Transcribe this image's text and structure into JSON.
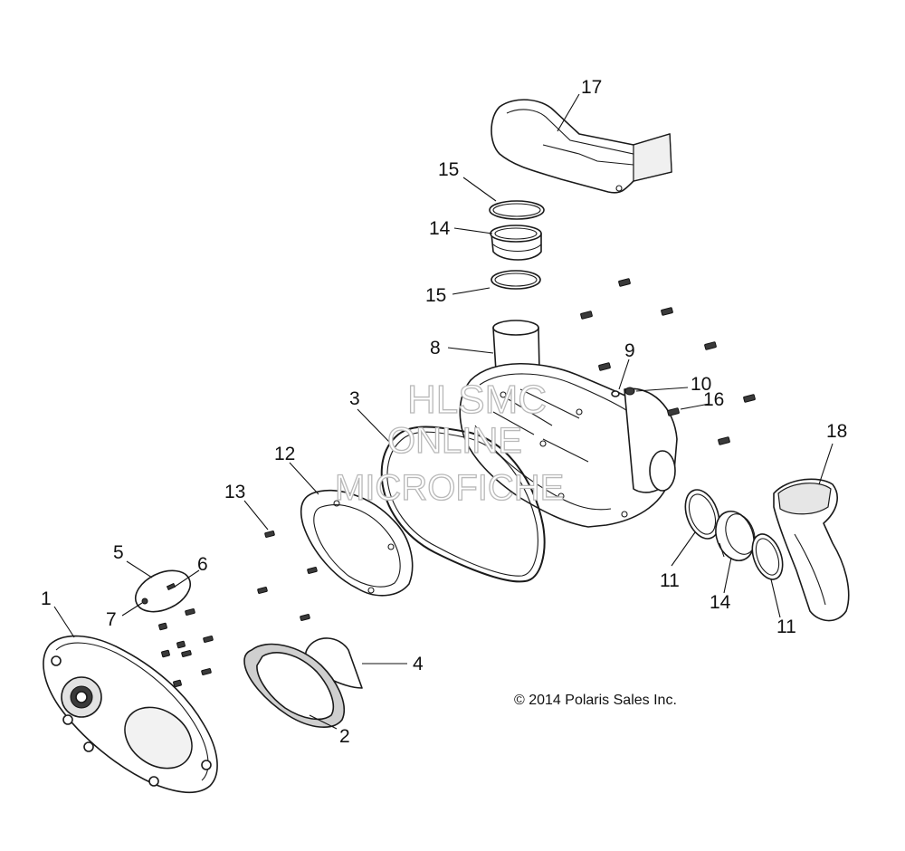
{
  "callouts": {
    "c1": "1",
    "c2": "2",
    "c3": "3",
    "c4": "4",
    "c5": "5",
    "c6": "6",
    "c7": "7",
    "c8": "8",
    "c9": "9",
    "c10": "10",
    "c11a": "11",
    "c11b": "11",
    "c12": "12",
    "c13": "13",
    "c14a": "14",
    "c14b": "14",
    "c15a": "15",
    "c15b": "15",
    "c16": "16",
    "c17": "17",
    "c18": "18"
  },
  "watermark": {
    "line1": "HLSMC",
    "line2": "ONLINE",
    "line3": "MICROFICHE"
  },
  "copyright": "© 2014 Polaris Sales Inc."
}
